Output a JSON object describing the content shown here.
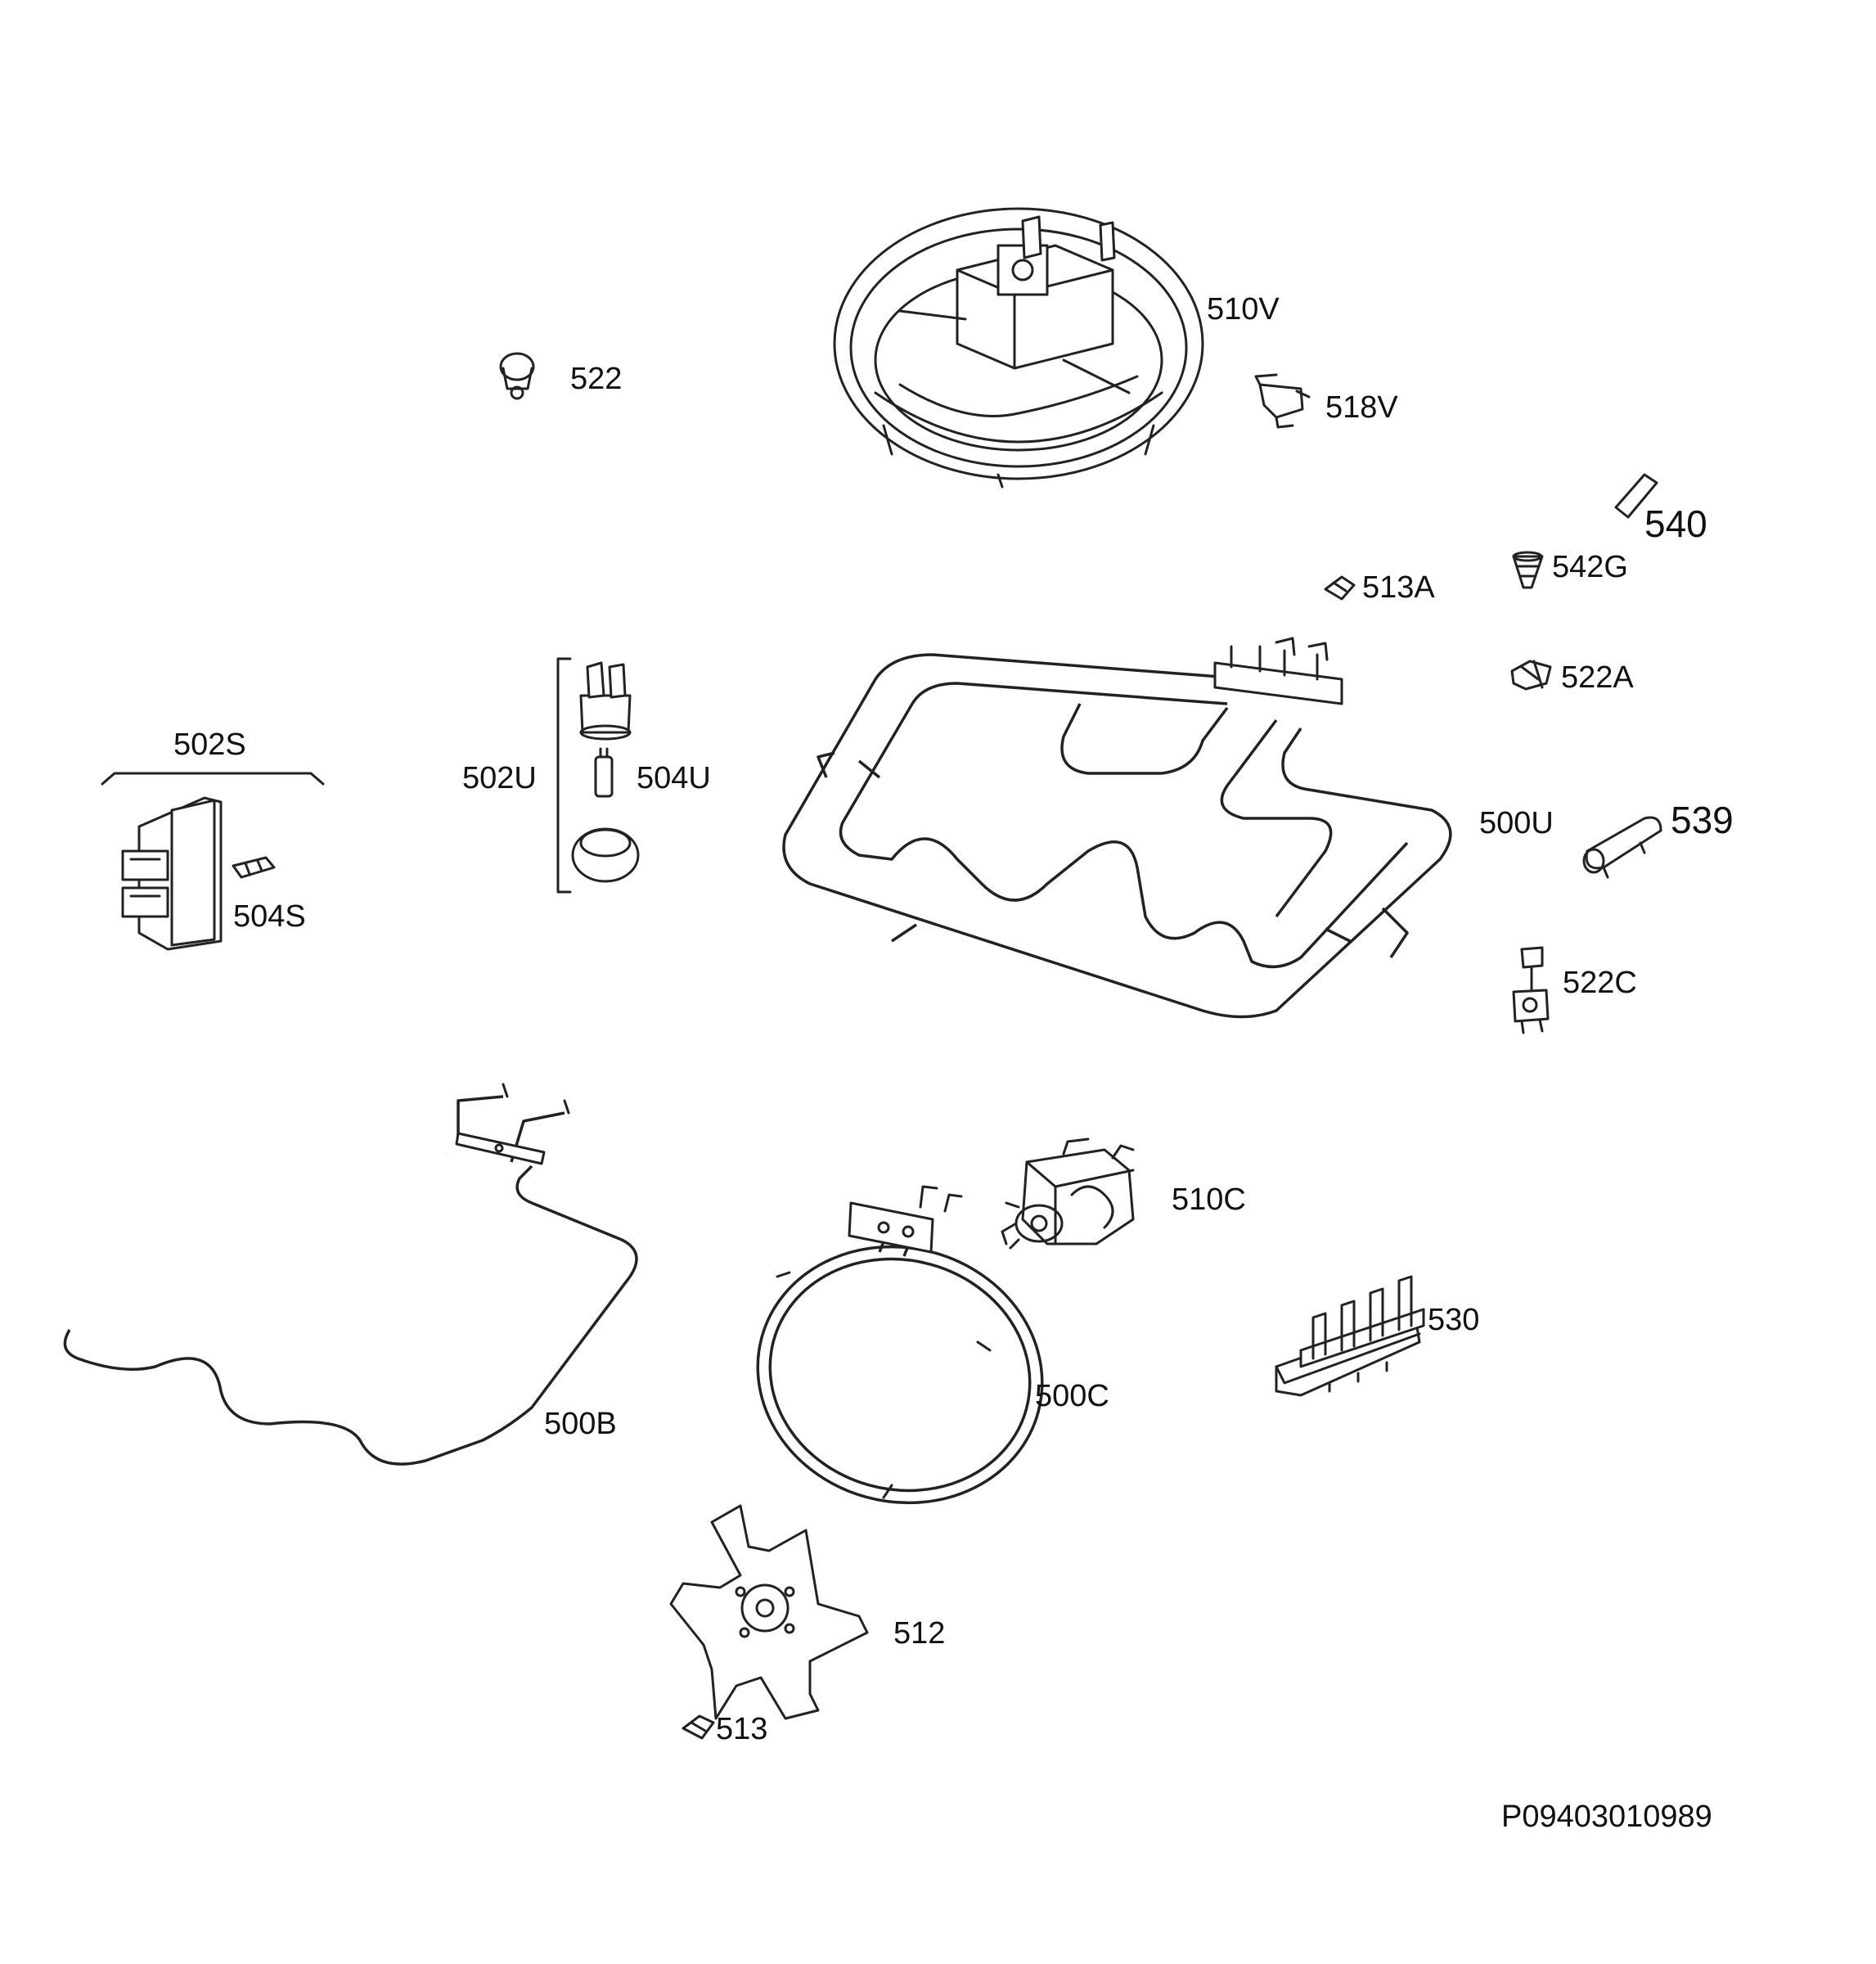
{
  "drawing_code": "P09403010989",
  "labels": {
    "l510V": "510V",
    "l522": "522",
    "l518V": "518V",
    "l540": "540",
    "l542G": "542G",
    "l513A": "513A",
    "l522A": "522A",
    "l502S": "502S",
    "l502U": "502U",
    "l504U": "504U",
    "l504S": "504S",
    "l500U": "500U",
    "l539": "539",
    "l522C": "522C",
    "l510C": "510C",
    "l530": "530",
    "l500B": "500B",
    "l500C": "500C",
    "l512": "512",
    "l513": "513"
  }
}
